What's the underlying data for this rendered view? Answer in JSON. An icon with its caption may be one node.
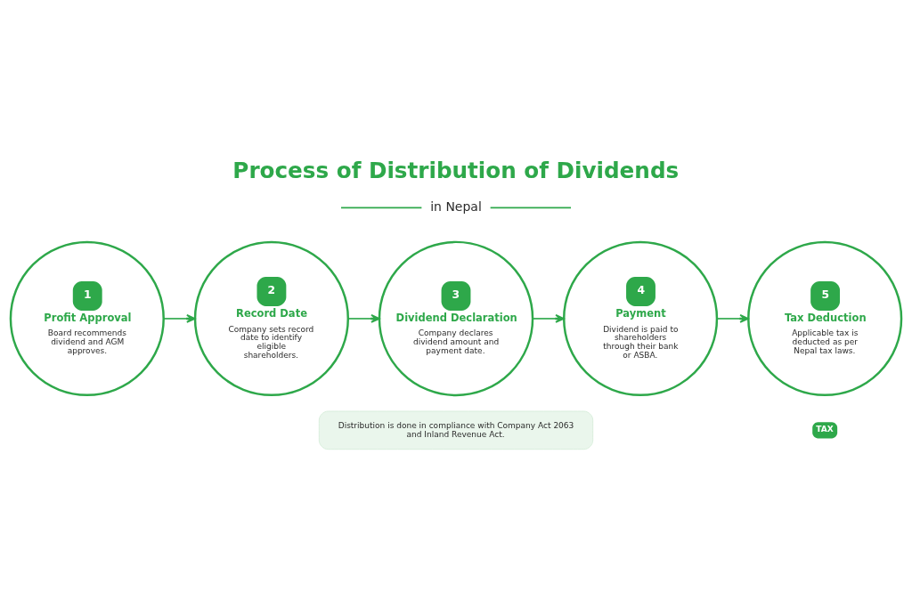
{
  "diagram": {
    "title": "Process of Distribution of Dividends",
    "nodes": [
      {
        "text": [
          "1",
          "Profit Approval",
          "Board recommends dividend and AGM approves."
        ]
      },
      {
        "text": [
          "2",
          "Record Date",
          "Company sets record date to identify eligible shareholders."
        ]
      },
      {
        "text": [
          "3",
          "Dividend Declaration",
          "Company declares dividend amount and payment date."
        ]
      },
      {
        "text": [
          "4",
          "Payment",
          "Dividend is paid to shareholders through their bank or ASBA."
        ]
      },
      {
        "text": [
          "5",
          "Tax Deduction",
          "Applicable tax is deducted as per Nepal tax laws."
        ]
      },
      {
        "text": [
          "Distribution is done in compliance with Company Act 2063 and Inland Revenue Act."
        ]
      }
    ],
    "edges": [
      {
        "from": 0,
        "to": 1,
        "arrow": "to"
      },
      {
        "from": 1,
        "to": 2,
        "arrow": "to"
      },
      {
        "from": 2,
        "to": 3,
        "arrow": "to"
      },
      {
        "from": 3,
        "to": 4,
        "arrow": "to"
      }
    ],
    "labels": [
      "in Nepal",
      "TAX"
    ]
  }
}
